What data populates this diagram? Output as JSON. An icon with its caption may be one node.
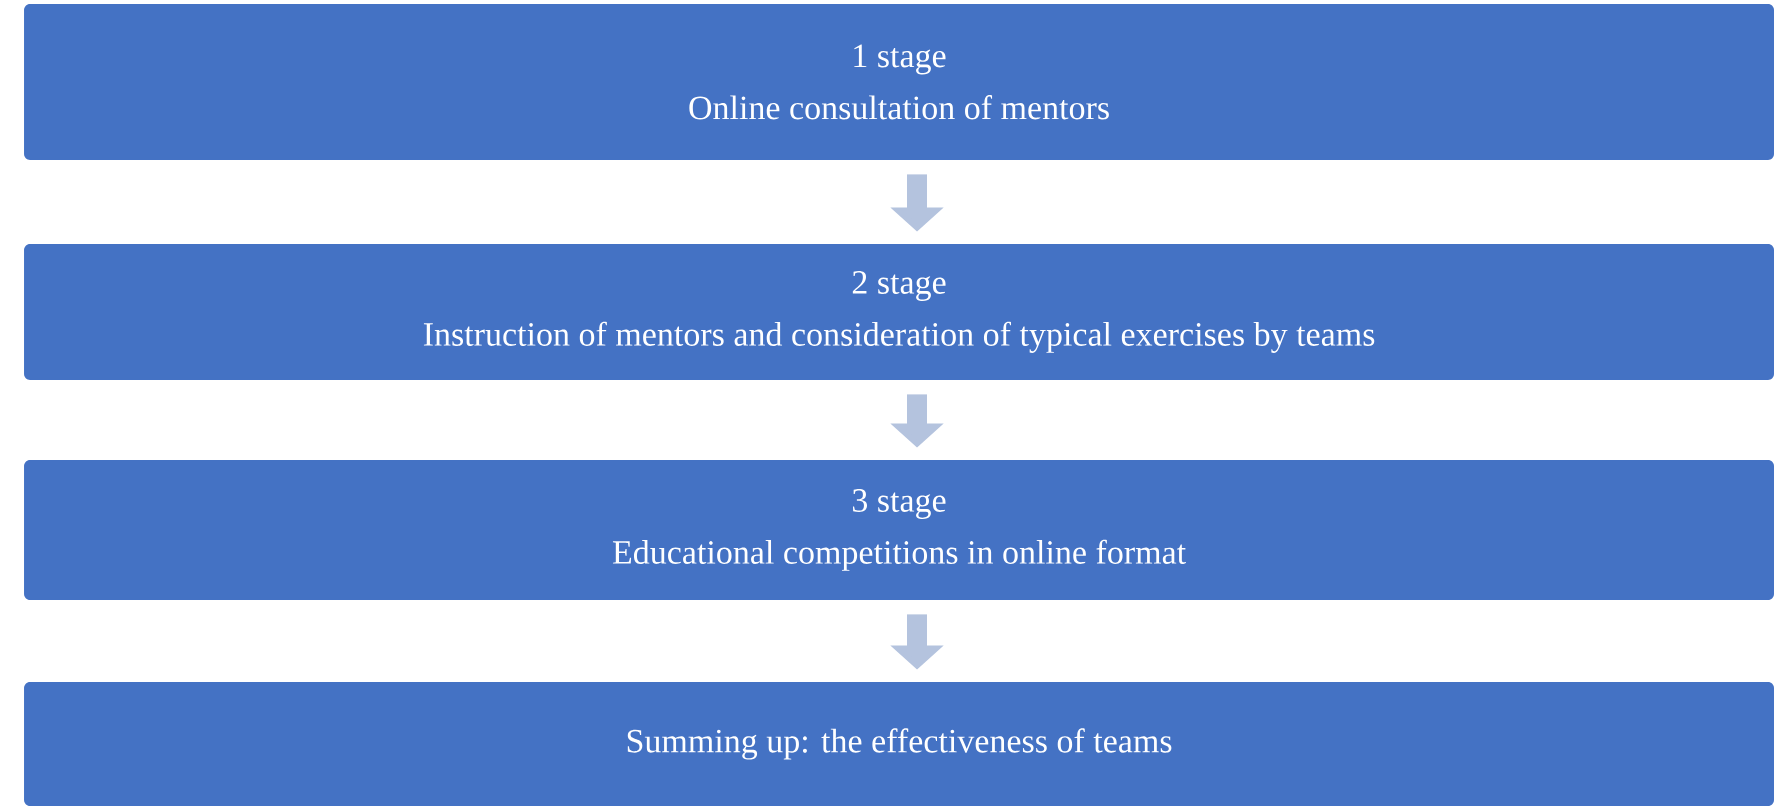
{
  "diagram": {
    "nodes": [
      {
        "text": [
          "1 stage",
          "Online consultation of mentors"
        ]
      },
      {
        "text": [
          "2 stage",
          "Instruction of mentors and consideration of typical exercises by teams"
        ]
      },
      {
        "text": [
          "3 stage",
          "Educational competitions in online format"
        ]
      },
      {
        "text": [
          "Summing up: the effectiveness of teams"
        ]
      }
    ],
    "edges": [
      {
        "from": 0,
        "to": 1,
        "arrow": "to"
      },
      {
        "from": 1,
        "to": 2,
        "arrow": "to"
      },
      {
        "from": 2,
        "to": 3,
        "arrow": "to"
      }
    ]
  }
}
